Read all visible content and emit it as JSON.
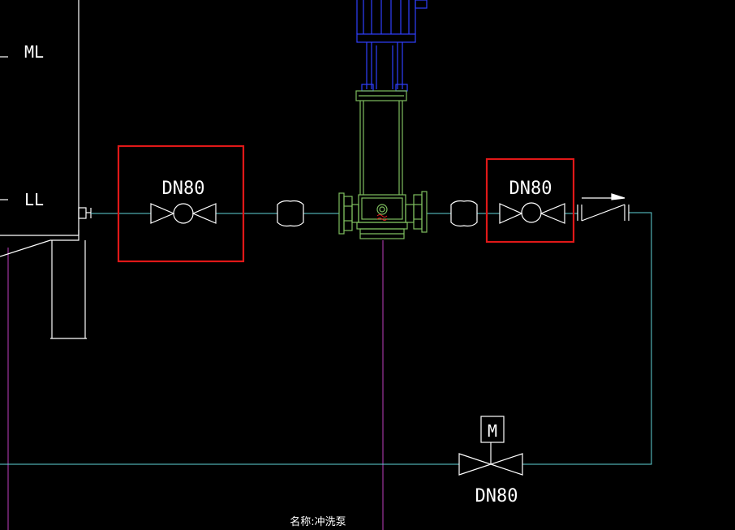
{
  "labels": {
    "level_ml": "ML",
    "level_ll": "LL",
    "valve_suction": "DN80",
    "valve_discharge": "DN80",
    "valve_motorized": "DN80",
    "actuator": "M",
    "caption": "名称:冲洗泵"
  },
  "colors": {
    "background": "#000000",
    "pipe": "#5fd3d8",
    "tank": "#ffffff",
    "pump_body": "#7fbf5f",
    "motor": "#2f3fff",
    "highlight_box": "#e01818",
    "magenta_line": "#c040c0",
    "symbol": "#ffffff",
    "indicator": "#e02020"
  },
  "icons": {
    "tank": "storage-tank-icon",
    "gate_valve": "ball-valve-icon",
    "flex_joint": "flexible-joint-icon",
    "pump": "vertical-multistage-pump-icon",
    "check_valve": "check-valve-icon",
    "motor_valve": "motorized-valve-icon"
  }
}
